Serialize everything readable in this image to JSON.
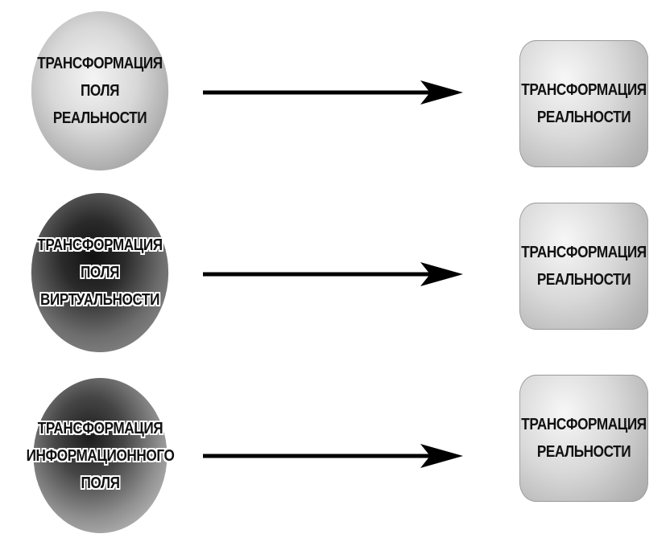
{
  "diagram": {
    "sources": [
      {
        "lines": [
          "ТРАНСФОРМАЦИЯ",
          "ПОЛЯ",
          "РЕАЛЬНОСТИ"
        ]
      },
      {
        "lines": [
          "ТРАНСФОРМАЦИЯ",
          "ПОЛЯ",
          "ВИРТУАЛЬНОСТИ"
        ]
      },
      {
        "lines": [
          "ТРАНСФОРМАЦИЯ",
          "ИНФОРМАЦИОННОГО",
          "ПОЛЯ"
        ]
      }
    ],
    "targets": [
      {
        "lines": [
          "ТРАНСФОРМАЦИЯ",
          "РЕАЛЬНОСТИ"
        ]
      },
      {
        "lines": [
          "ТРАНСФОРМАЦИЯ",
          "РЕАЛЬНОСТИ"
        ]
      },
      {
        "lines": [
          "ТРАНСФОРМАЦИЯ",
          "РЕАЛЬНОСТИ"
        ]
      }
    ]
  }
}
